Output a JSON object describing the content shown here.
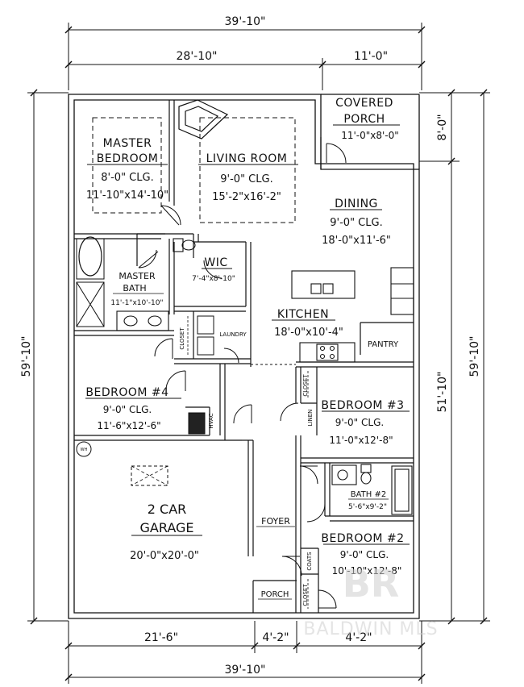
{
  "dimensions": {
    "top_total": "39'-10\"",
    "top_left": "28'-10\"",
    "top_right": "11'-0\"",
    "bottom_left": "21'-6\"",
    "bottom_mid": "4'-2\"",
    "bottom_right": "4'-2\"",
    "bottom_total": "39'-10\"",
    "left_side": "59'-10\"",
    "right_total": "59'-10\"",
    "right_porch": "8'-0\"",
    "right_main": "51'-10\""
  },
  "rooms": {
    "covered_porch": {
      "line1": "COVERED",
      "line2": "PORCH",
      "size": "11'-0\"x8'-0\""
    },
    "master_bedroom": {
      "line1": "MASTER",
      "line2": "BEDROOM",
      "clg": "8'-0\" CLG.",
      "size": "11'-10\"x14'-10\""
    },
    "living_room": {
      "name": "LIVING ROOM",
      "clg": "9'-0\" CLG.",
      "size": "15'-2\"x16'-2\""
    },
    "dining": {
      "name": "DINING",
      "clg": "9'-0\" CLG.",
      "size": "18'-0\"x11'-6\""
    },
    "wic": {
      "name": "WIC",
      "size": "7'-4\"x8'-10\""
    },
    "master_bath": {
      "line1": "MASTER",
      "line2": "BATH",
      "size": "11'-1\"x10'-10\""
    },
    "kitchen": {
      "name": "KITCHEN",
      "size": "18'-0\"x10'-4\""
    },
    "pantry": {
      "name": "PANTRY"
    },
    "laundry": {
      "name": "LAUNDRY"
    },
    "closet_a": {
      "name": "CLOSET"
    },
    "bedroom4": {
      "name": "BEDROOM #4",
      "clg": "9'-0\" CLG.",
      "size": "11'-6\"x12'-6\""
    },
    "hvac": {
      "name": "HVAC"
    },
    "wh": {
      "name": "WH"
    },
    "closet_b": {
      "name": "CLOSET"
    },
    "linen": {
      "name": "LINEN"
    },
    "bedroom3": {
      "name": "BEDROOM #3",
      "clg": "9'-0\" CLG.",
      "size": "11'-0\"x12'-8\""
    },
    "bath2": {
      "name": "BATH #2",
      "size": "5'-6\"x9'-2\""
    },
    "garage": {
      "line1": "2 CAR",
      "line2": "GARAGE",
      "size": "20'-0\"x20'-0\""
    },
    "foyer": {
      "name": "FOYER"
    },
    "coats": {
      "name": "COATS"
    },
    "porch": {
      "name": "PORCH"
    },
    "closet_c": {
      "name": "CLOSET"
    },
    "bedroom2": {
      "name": "BEDROOM #2",
      "clg": "9'-0\" CLG.",
      "size": "10'-10\"x12'-8\""
    }
  },
  "watermark": {
    "text": "BALDWIN MLS"
  }
}
